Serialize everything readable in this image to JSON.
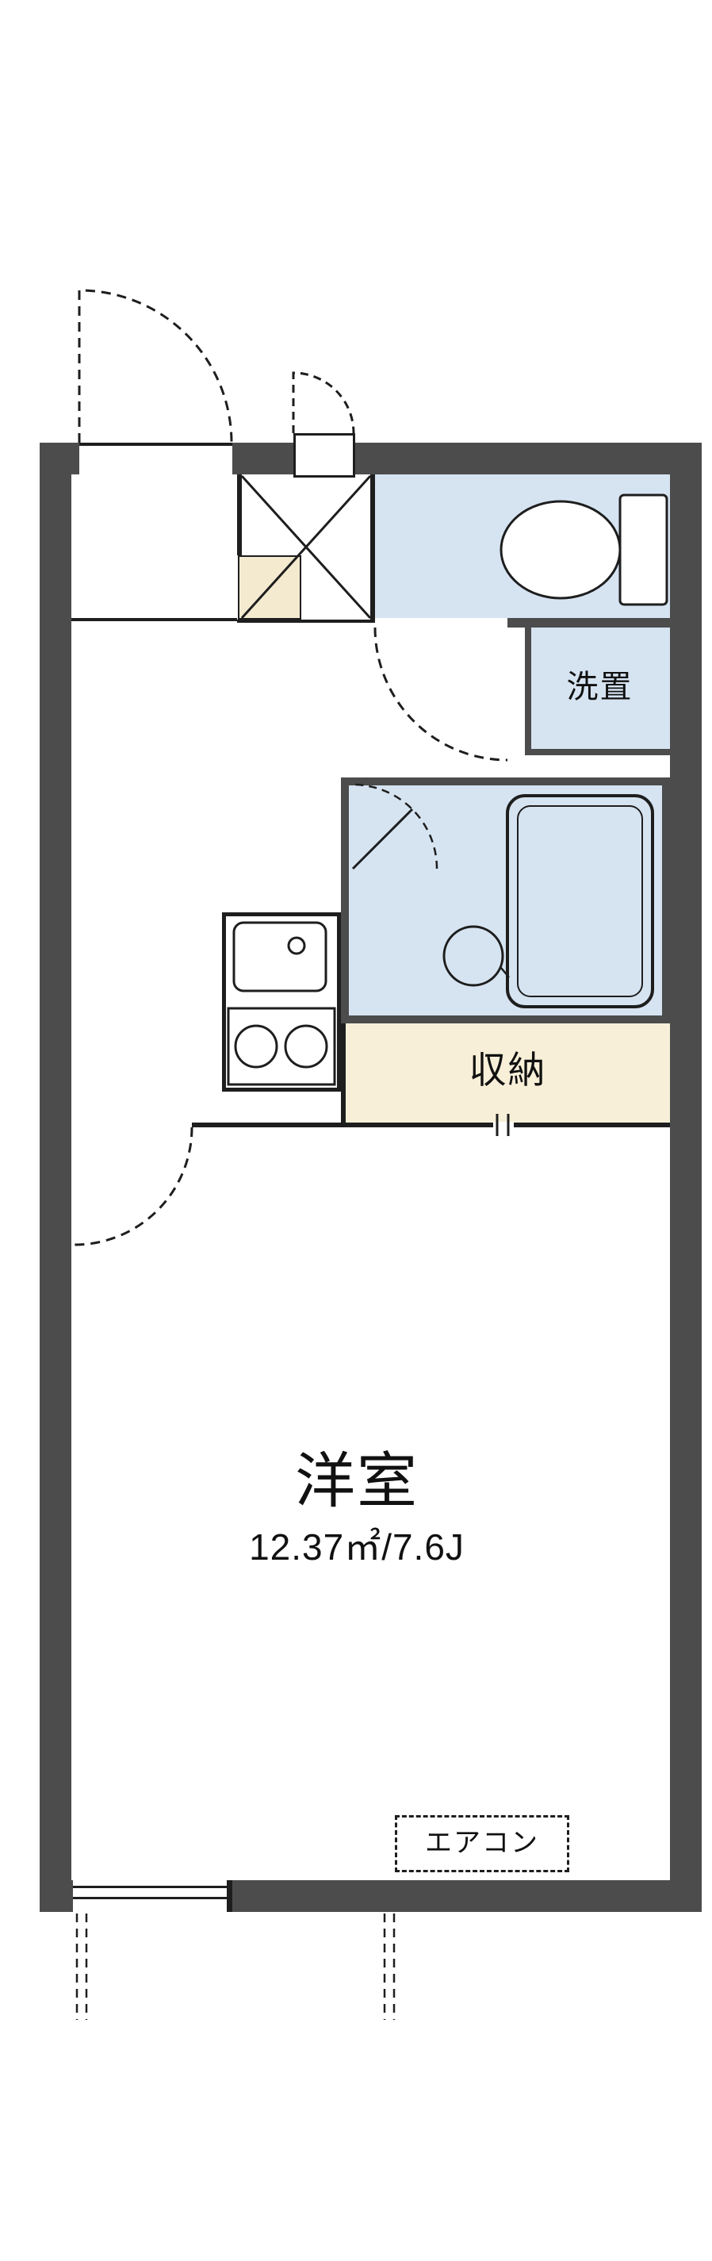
{
  "floorplan": {
    "rooms": {
      "main_room": {
        "label": "洋室",
        "size": "12.37㎡/7.6J"
      },
      "washer": {
        "label": "洗置"
      },
      "storage": {
        "label": "収納"
      },
      "aircon": {
        "label": "エアコン"
      }
    },
    "fixtures": [
      "toilet-icon",
      "bathtub-icon",
      "wash-stool-icon",
      "kitchen-sink-icon",
      "faucet-icon",
      "stove-burners-icon",
      "entrance-door-swing-arc",
      "service-door-swing-arc",
      "toilet-door-swing-arc",
      "bath-door-swing-arc",
      "room-door-swing-arc",
      "crossed-void-box"
    ],
    "colors": {
      "wall": "#4c4c4c",
      "line": "#1e1e1e",
      "water_area": "#d6e4f2",
      "storage_fill": "#f8efd8",
      "entrance_step": "#f4ead0",
      "background": "#ffffff"
    }
  }
}
